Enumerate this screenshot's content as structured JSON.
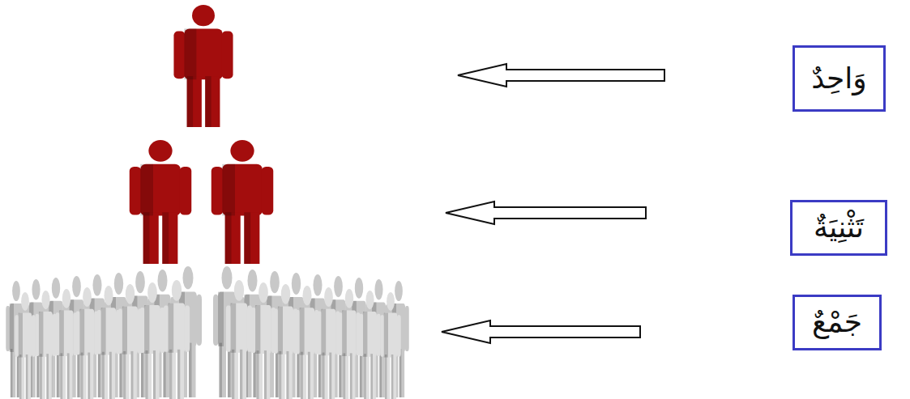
{
  "diagram": {
    "nodes": [
      {
        "text": [
          "وَاحِدٌ"
        ]
      },
      {
        "text": [
          "تَثْنِيَةٌ"
        ]
      },
      {
        "text": [
          "جَمْعٌ"
        ]
      }
    ]
  }
}
